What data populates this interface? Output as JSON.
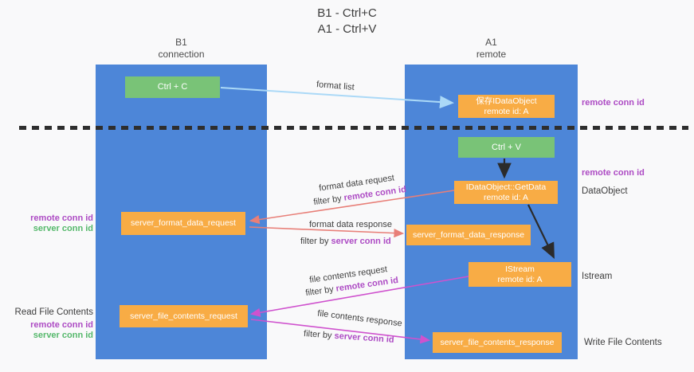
{
  "title": {
    "line1": "B1 - Ctrl+C",
    "line2": "A1 - Ctrl+V"
  },
  "lanes": {
    "left": {
      "name": "B1",
      "role": "connection"
    },
    "right": {
      "name": "A1",
      "role": "remote"
    }
  },
  "nodes": {
    "ctrl_c": {
      "label": "Ctrl + C"
    },
    "save_idataobject": {
      "line1": "保存IDataObject",
      "line2": "remote id: A"
    },
    "ctrl_v": {
      "label": "Ctrl + V"
    },
    "getdata": {
      "line1": "IDataObject::GetData",
      "line2": "remote id: A"
    },
    "format_request": {
      "label": "server_format_data_request"
    },
    "format_response": {
      "label": "server_format_data_response"
    },
    "istream": {
      "line1": "IStream",
      "line2": "remote id: A"
    },
    "file_request": {
      "label": "server_file_contents_request"
    },
    "file_response": {
      "label": "server_file_contents_response"
    }
  },
  "edges": {
    "format_list": "format list",
    "format_data_request": "format data request",
    "format_data_response": "format data response",
    "file_contents_request": "file contents request",
    "file_contents_response": "file contents response",
    "filter_by": "filter by",
    "remote_conn_id": "remote conn id",
    "server_conn_id": "server conn id"
  },
  "annotations": {
    "left": {
      "remote_conn_id": "remote conn id",
      "server_conn_id": "server conn id",
      "read_file_contents": "Read File Contents"
    },
    "right": {
      "remote_conn_id_top": "remote conn id",
      "remote_conn_id_mid": "remote conn id",
      "dataobject": "DataObject",
      "istream": "Istream",
      "write_file_contents": "Write File Contents"
    }
  },
  "colors": {
    "lane_blue": "#4d86d8",
    "node_green": "#79c377",
    "node_orange": "#f8ac45",
    "remote_conn_id_purple": "#ad4bc4",
    "server_conn_id_green": "#55b86b",
    "format_arrow_salmon": "#e87f78",
    "file_arrow_magenta": "#cf52ce",
    "format_list_arrow_blue": "#abd9f7",
    "black_arrow": "#2b2b2b"
  }
}
